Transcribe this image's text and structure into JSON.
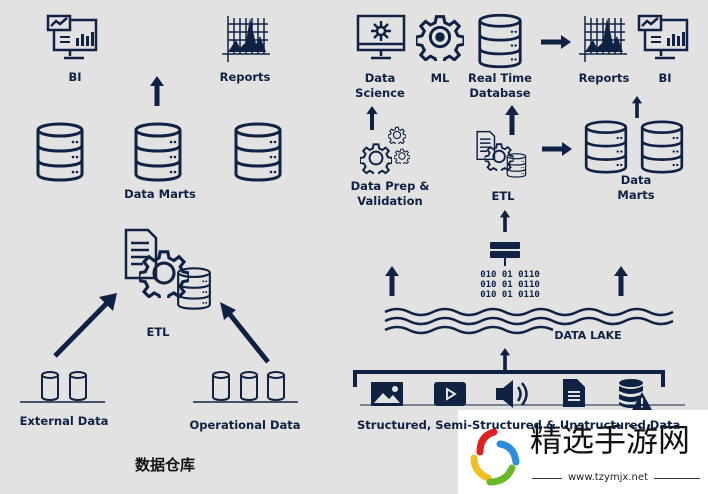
{
  "colors": {
    "navy": "#0f2244",
    "background": "#e2e2e2"
  },
  "left": {
    "bi": "BI",
    "reports": "Reports",
    "data_marts": "Data Marts",
    "etl": "ETL",
    "external_data": "External Data",
    "operational_data": "Operational Data",
    "title": "数据仓库"
  },
  "right": {
    "data_science": [
      "Data",
      "Science"
    ],
    "ml": "ML",
    "real_time_db": [
      "Real Time",
      "Database"
    ],
    "reports": "Reports",
    "bi": "BI",
    "data_prep": [
      "Data Prep &",
      "Validation"
    ],
    "etl": "ETL",
    "data_marts": [
      "Data",
      "Marts"
    ],
    "binary": "010 01 0110",
    "data_lake": "DATA LAKE",
    "sources_label": "Structured, Semi-Structured & Unstructured Data"
  },
  "watermark": {
    "title": "精选手游网",
    "url": "www.tzymjx.net"
  }
}
